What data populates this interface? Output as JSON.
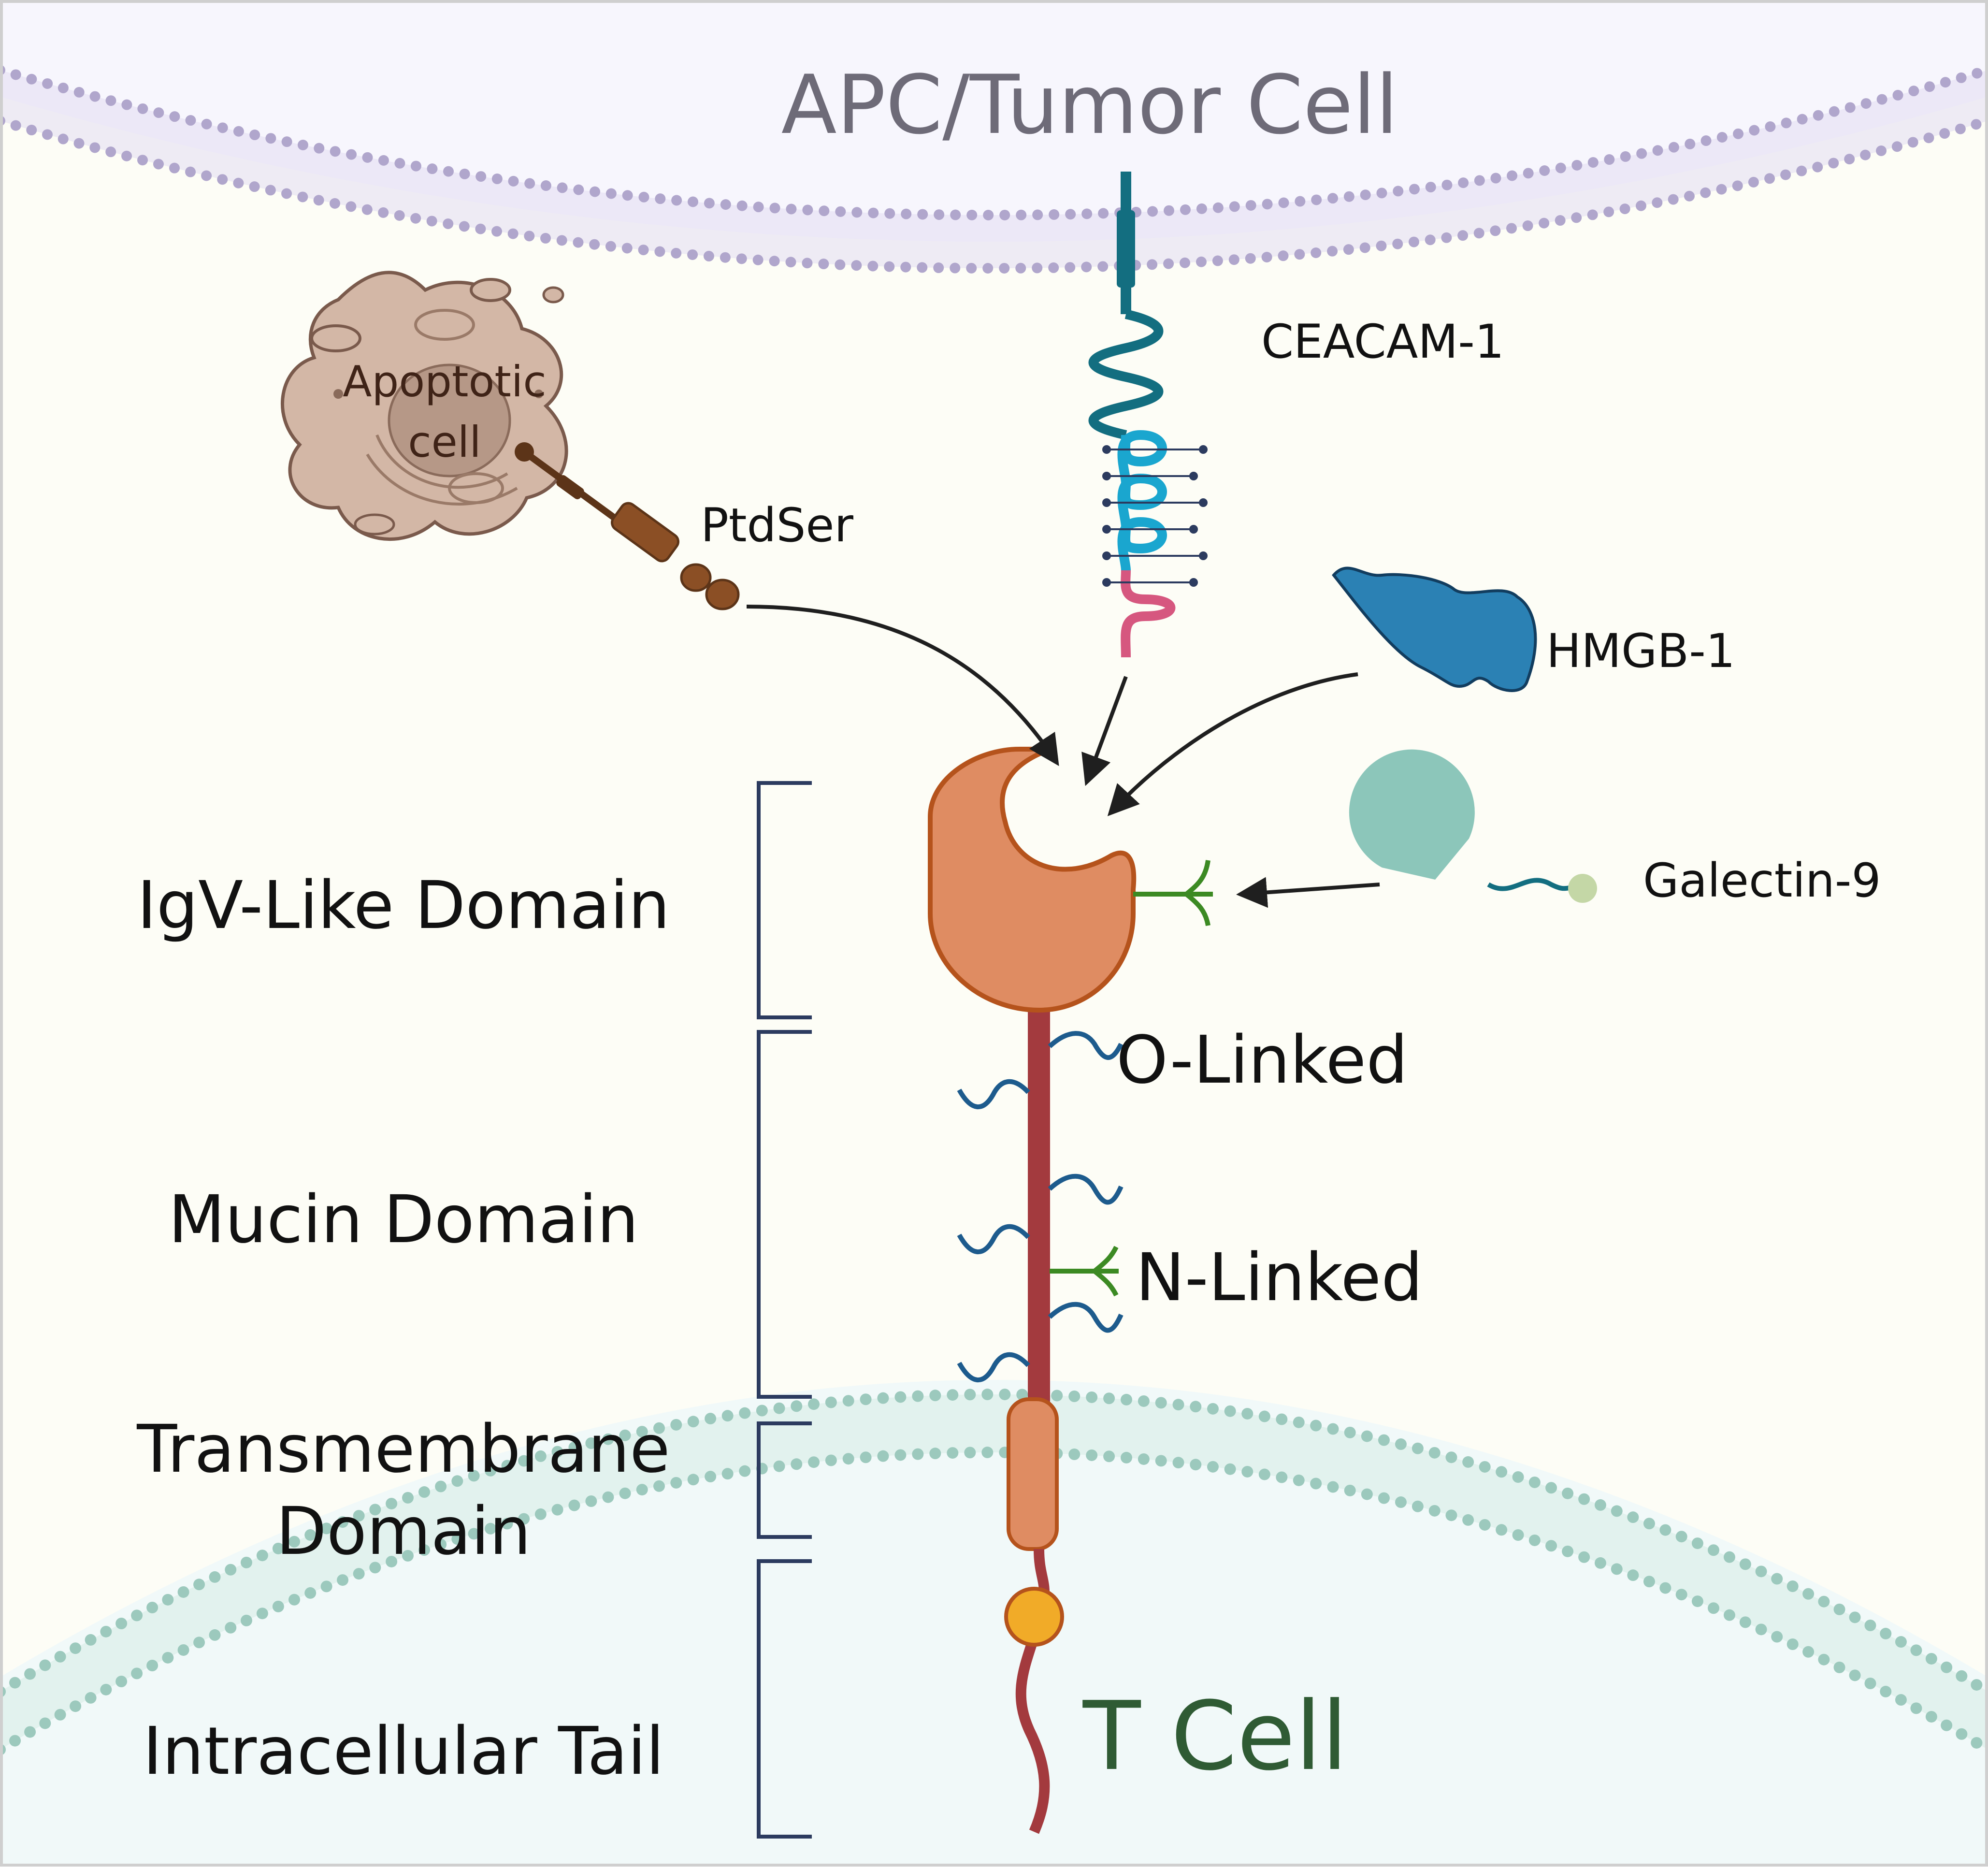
{
  "cells": {
    "apc_title": "APC/Tumor Cell",
    "tcell_title": "T Cell",
    "apoptotic_line1": "Apoptotic",
    "apoptotic_line2": "cell"
  },
  "ligands": {
    "ceacam": "CEACAM-1",
    "ptdser": "PtdSer",
    "hmgb": "HMGB-1",
    "galectin": "Galectin-9"
  },
  "glycans": {
    "o_linked": "O-Linked",
    "n_linked": "N-Linked"
  },
  "domains": {
    "igv": "IgV-Like Domain",
    "mucin": "Mucin Domain",
    "transmembrane_line1": "Transmembrane",
    "transmembrane_line2": "Domain",
    "tail": "Intracellular Tail"
  },
  "colors": {
    "apc_bg": "#f7f6fd",
    "apc_membrane": "#b0a6cc",
    "tcell_bg": "#f1f9f9",
    "tcell_membrane": "#9cc9bd",
    "receptor_head": "#df8c62",
    "receptor_outline": "#b5531c",
    "stalk": "#a33a3e",
    "ceacam_dark": "#136e80",
    "ceacam_light": "#1aa6cf",
    "ceacam_pink": "#d6577f",
    "hmgb": "#2b81b4",
    "galectin": "#8cc6ba",
    "o_glycan": "#1d5b8d",
    "n_glycan": "#3c8a23",
    "bracket": "#2c3b5f",
    "ptdser": "#8b4f25",
    "tcell_text": "#2f5b34",
    "apc_text": "#6e6b78"
  }
}
